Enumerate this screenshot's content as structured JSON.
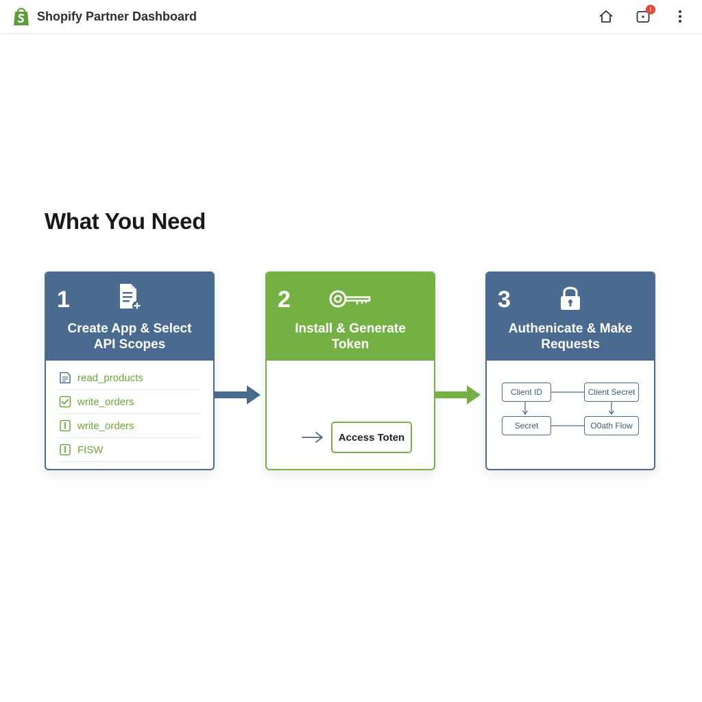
{
  "header": {
    "title": "Shopify Partner Dashboard",
    "notification_count": "!"
  },
  "page": {
    "title": "What You Need"
  },
  "steps": [
    {
      "number": "1",
      "title_line1": "Create App & Select",
      "title_line2": "API Scopes",
      "scopes": [
        "read_products",
        "write_orders",
        "write_orders",
        "FISW"
      ]
    },
    {
      "number": "2",
      "title_line1": "Install & Generate",
      "title_line2": "Token",
      "token_label": "Access Toten"
    },
    {
      "number": "3",
      "title_line1": "Authenicate & Make",
      "title_line2": "Requests",
      "flow": {
        "client_id": "Client ID",
        "client_secret": "Client Secret",
        "secret": "Secret",
        "oauth_flow": "O0ath Flow"
      }
    }
  ],
  "colors": {
    "blue": "#4a6b8f",
    "green": "#74b043",
    "shopify_green": "#5e9e3a",
    "badge_red": "#e8453c"
  },
  "icons": {
    "brand": "shopify-bag-icon",
    "home": "home-icon",
    "notifications": "inbox-notification-icon",
    "more": "more-vertical-icon",
    "step1": "document-add-icon",
    "step2": "key-icon",
    "step3": "lock-icon"
  }
}
